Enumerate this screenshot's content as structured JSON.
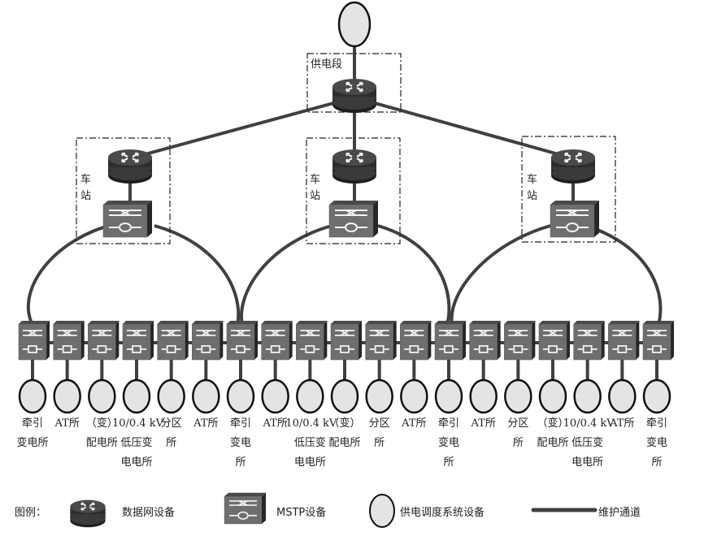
{
  "diagram": {
    "top_node": {
      "type": "supply-dispatch-device"
    },
    "region_supply_section": {
      "label": "供电段"
    },
    "station_label": "车\n站",
    "stations": [
      {
        "id": "station-left",
        "label": "车\n站"
      },
      {
        "id": "station-middle",
        "label": "车\n站"
      },
      {
        "id": "station-right",
        "label": "车\n站"
      }
    ],
    "bottom_nodes": [
      {
        "label": "牵引\n变电所"
      },
      {
        "label": "AT所"
      },
      {
        "label": "（变）\n配电所"
      },
      {
        "label": "10/0.4 kV\n低压变\n电电所"
      },
      {
        "label": "分区\n所"
      },
      {
        "label": "AT所"
      },
      {
        "label": "牵引\n变电\n所"
      },
      {
        "label": "AT所"
      },
      {
        "label": "10/0.4 kV\n低压变\n电电所"
      },
      {
        "label": "（变）\n配电所"
      },
      {
        "label": "分区\n所"
      },
      {
        "label": "AT所"
      },
      {
        "label": "牵引\n变电\n所"
      },
      {
        "label": "AT所"
      },
      {
        "label": "分区\n所"
      },
      {
        "label": "（变）\n配电所"
      },
      {
        "label": "10/0.4 kV\n低压变\n电电所"
      },
      {
        "label": "AT所"
      },
      {
        "label": "牵引\n变电\n所"
      }
    ],
    "legend": {
      "title": "图例：",
      "items": [
        {
          "icon": "data-network-router-icon",
          "label": "数据网设备"
        },
        {
          "icon": "mstp-switch-icon",
          "label": "MSTP设备"
        },
        {
          "icon": "dispatch-device-ellipse-icon",
          "label": "供电调度系统设备"
        },
        {
          "icon": "maintenance-channel-line-icon",
          "label": "维护通道"
        }
      ]
    },
    "colors": {
      "line": "#404040",
      "router_dark": "#2e2e2e",
      "switch_face": "#6e6e6e",
      "switch_side": "#2a2a2a",
      "ellipse_fill": "#e4e4e4",
      "text": "#222222"
    }
  }
}
